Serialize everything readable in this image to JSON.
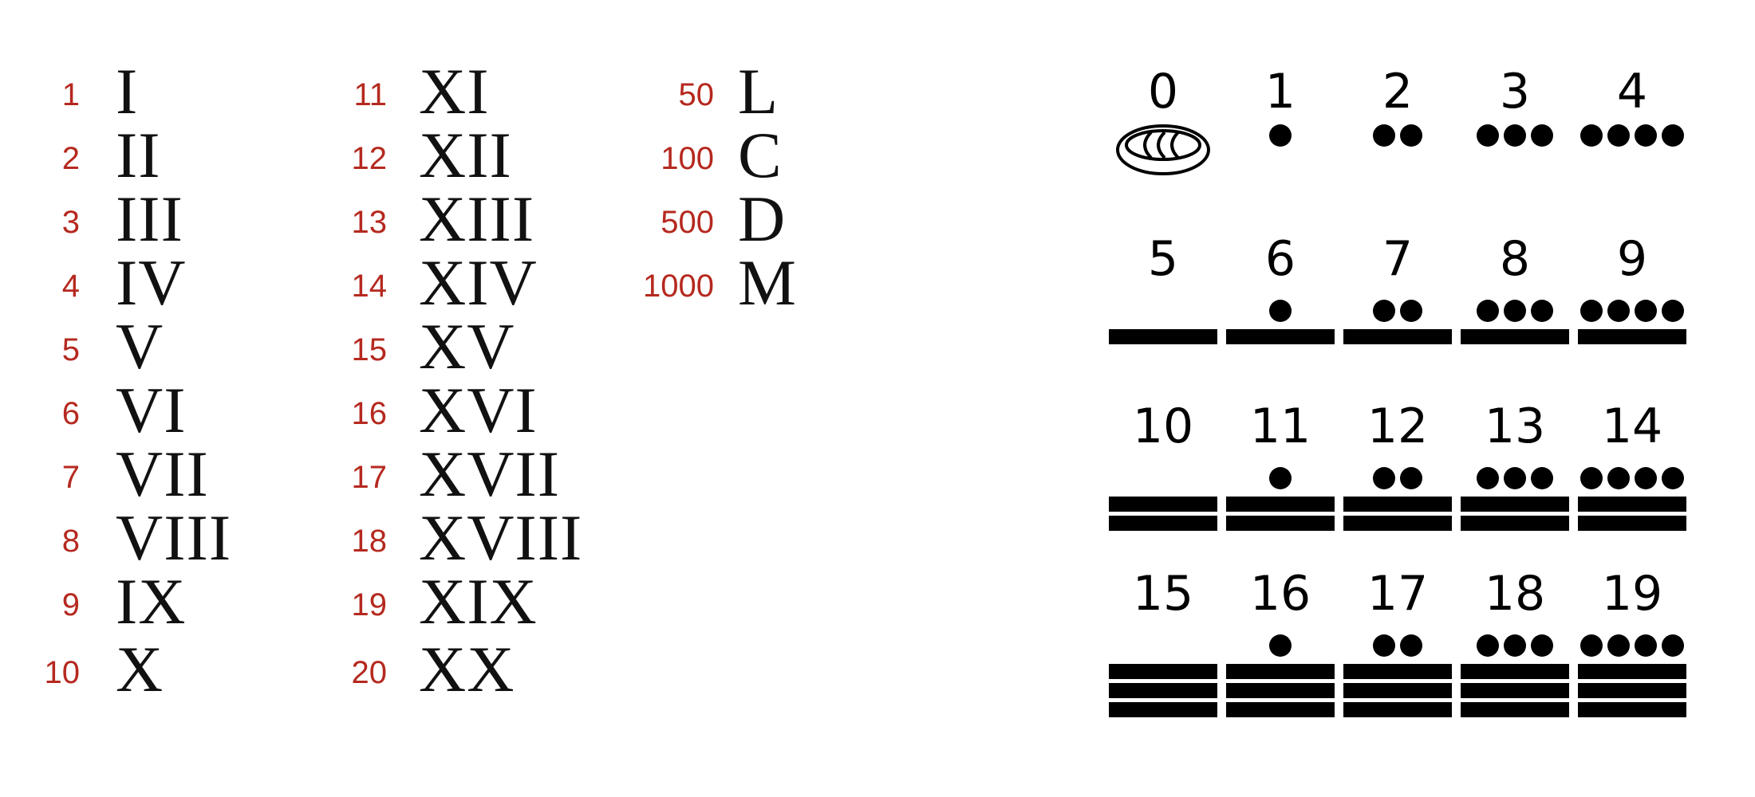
{
  "roman": {
    "column1": [
      {
        "value": "1",
        "numeral": "I"
      },
      {
        "value": "2",
        "numeral": "II"
      },
      {
        "value": "3",
        "numeral": "III"
      },
      {
        "value": "4",
        "numeral": "IV"
      },
      {
        "value": "5",
        "numeral": "V"
      },
      {
        "value": "6",
        "numeral": "VI"
      },
      {
        "value": "7",
        "numeral": "VII"
      },
      {
        "value": "8",
        "numeral": "VIII"
      },
      {
        "value": "9",
        "numeral": "IX"
      },
      {
        "value": "10",
        "numeral": "X"
      }
    ],
    "column2": [
      {
        "value": "11",
        "numeral": "XI"
      },
      {
        "value": "12",
        "numeral": "XII"
      },
      {
        "value": "13",
        "numeral": "XIII"
      },
      {
        "value": "14",
        "numeral": "XIV"
      },
      {
        "value": "15",
        "numeral": "XV"
      },
      {
        "value": "16",
        "numeral": "XVI"
      },
      {
        "value": "17",
        "numeral": "XVII"
      },
      {
        "value": "18",
        "numeral": "XVIII"
      },
      {
        "value": "19",
        "numeral": "XIX"
      },
      {
        "value": "20",
        "numeral": "XX"
      }
    ],
    "column3": [
      {
        "value": "50",
        "numeral": "L"
      },
      {
        "value": "100",
        "numeral": "C"
      },
      {
        "value": "500",
        "numeral": "D"
      },
      {
        "value": "1000",
        "numeral": "M"
      }
    ]
  },
  "mayan": [
    {
      "number": "0",
      "dots": 0,
      "bars": 0,
      "shell": true
    },
    {
      "number": "1",
      "dots": 1,
      "bars": 0
    },
    {
      "number": "2",
      "dots": 2,
      "bars": 0
    },
    {
      "number": "3",
      "dots": 3,
      "bars": 0
    },
    {
      "number": "4",
      "dots": 4,
      "bars": 0
    },
    {
      "number": "5",
      "dots": 0,
      "bars": 1
    },
    {
      "number": "6",
      "dots": 1,
      "bars": 1
    },
    {
      "number": "7",
      "dots": 2,
      "bars": 1
    },
    {
      "number": "8",
      "dots": 3,
      "bars": 1
    },
    {
      "number": "9",
      "dots": 4,
      "bars": 1
    },
    {
      "number": "10",
      "dots": 0,
      "bars": 2
    },
    {
      "number": "11",
      "dots": 1,
      "bars": 2
    },
    {
      "number": "12",
      "dots": 2,
      "bars": 2
    },
    {
      "number": "13",
      "dots": 3,
      "bars": 2
    },
    {
      "number": "14",
      "dots": 4,
      "bars": 2
    },
    {
      "number": "15",
      "dots": 0,
      "bars": 3
    },
    {
      "number": "16",
      "dots": 1,
      "bars": 3
    },
    {
      "number": "17",
      "dots": 2,
      "bars": 3
    },
    {
      "number": "18",
      "dots": 3,
      "bars": 3
    },
    {
      "number": "19",
      "dots": 4,
      "bars": 3
    }
  ],
  "colors": {
    "arabic": "#b5291f",
    "numeral": "#111111",
    "glyph": "#000000"
  }
}
